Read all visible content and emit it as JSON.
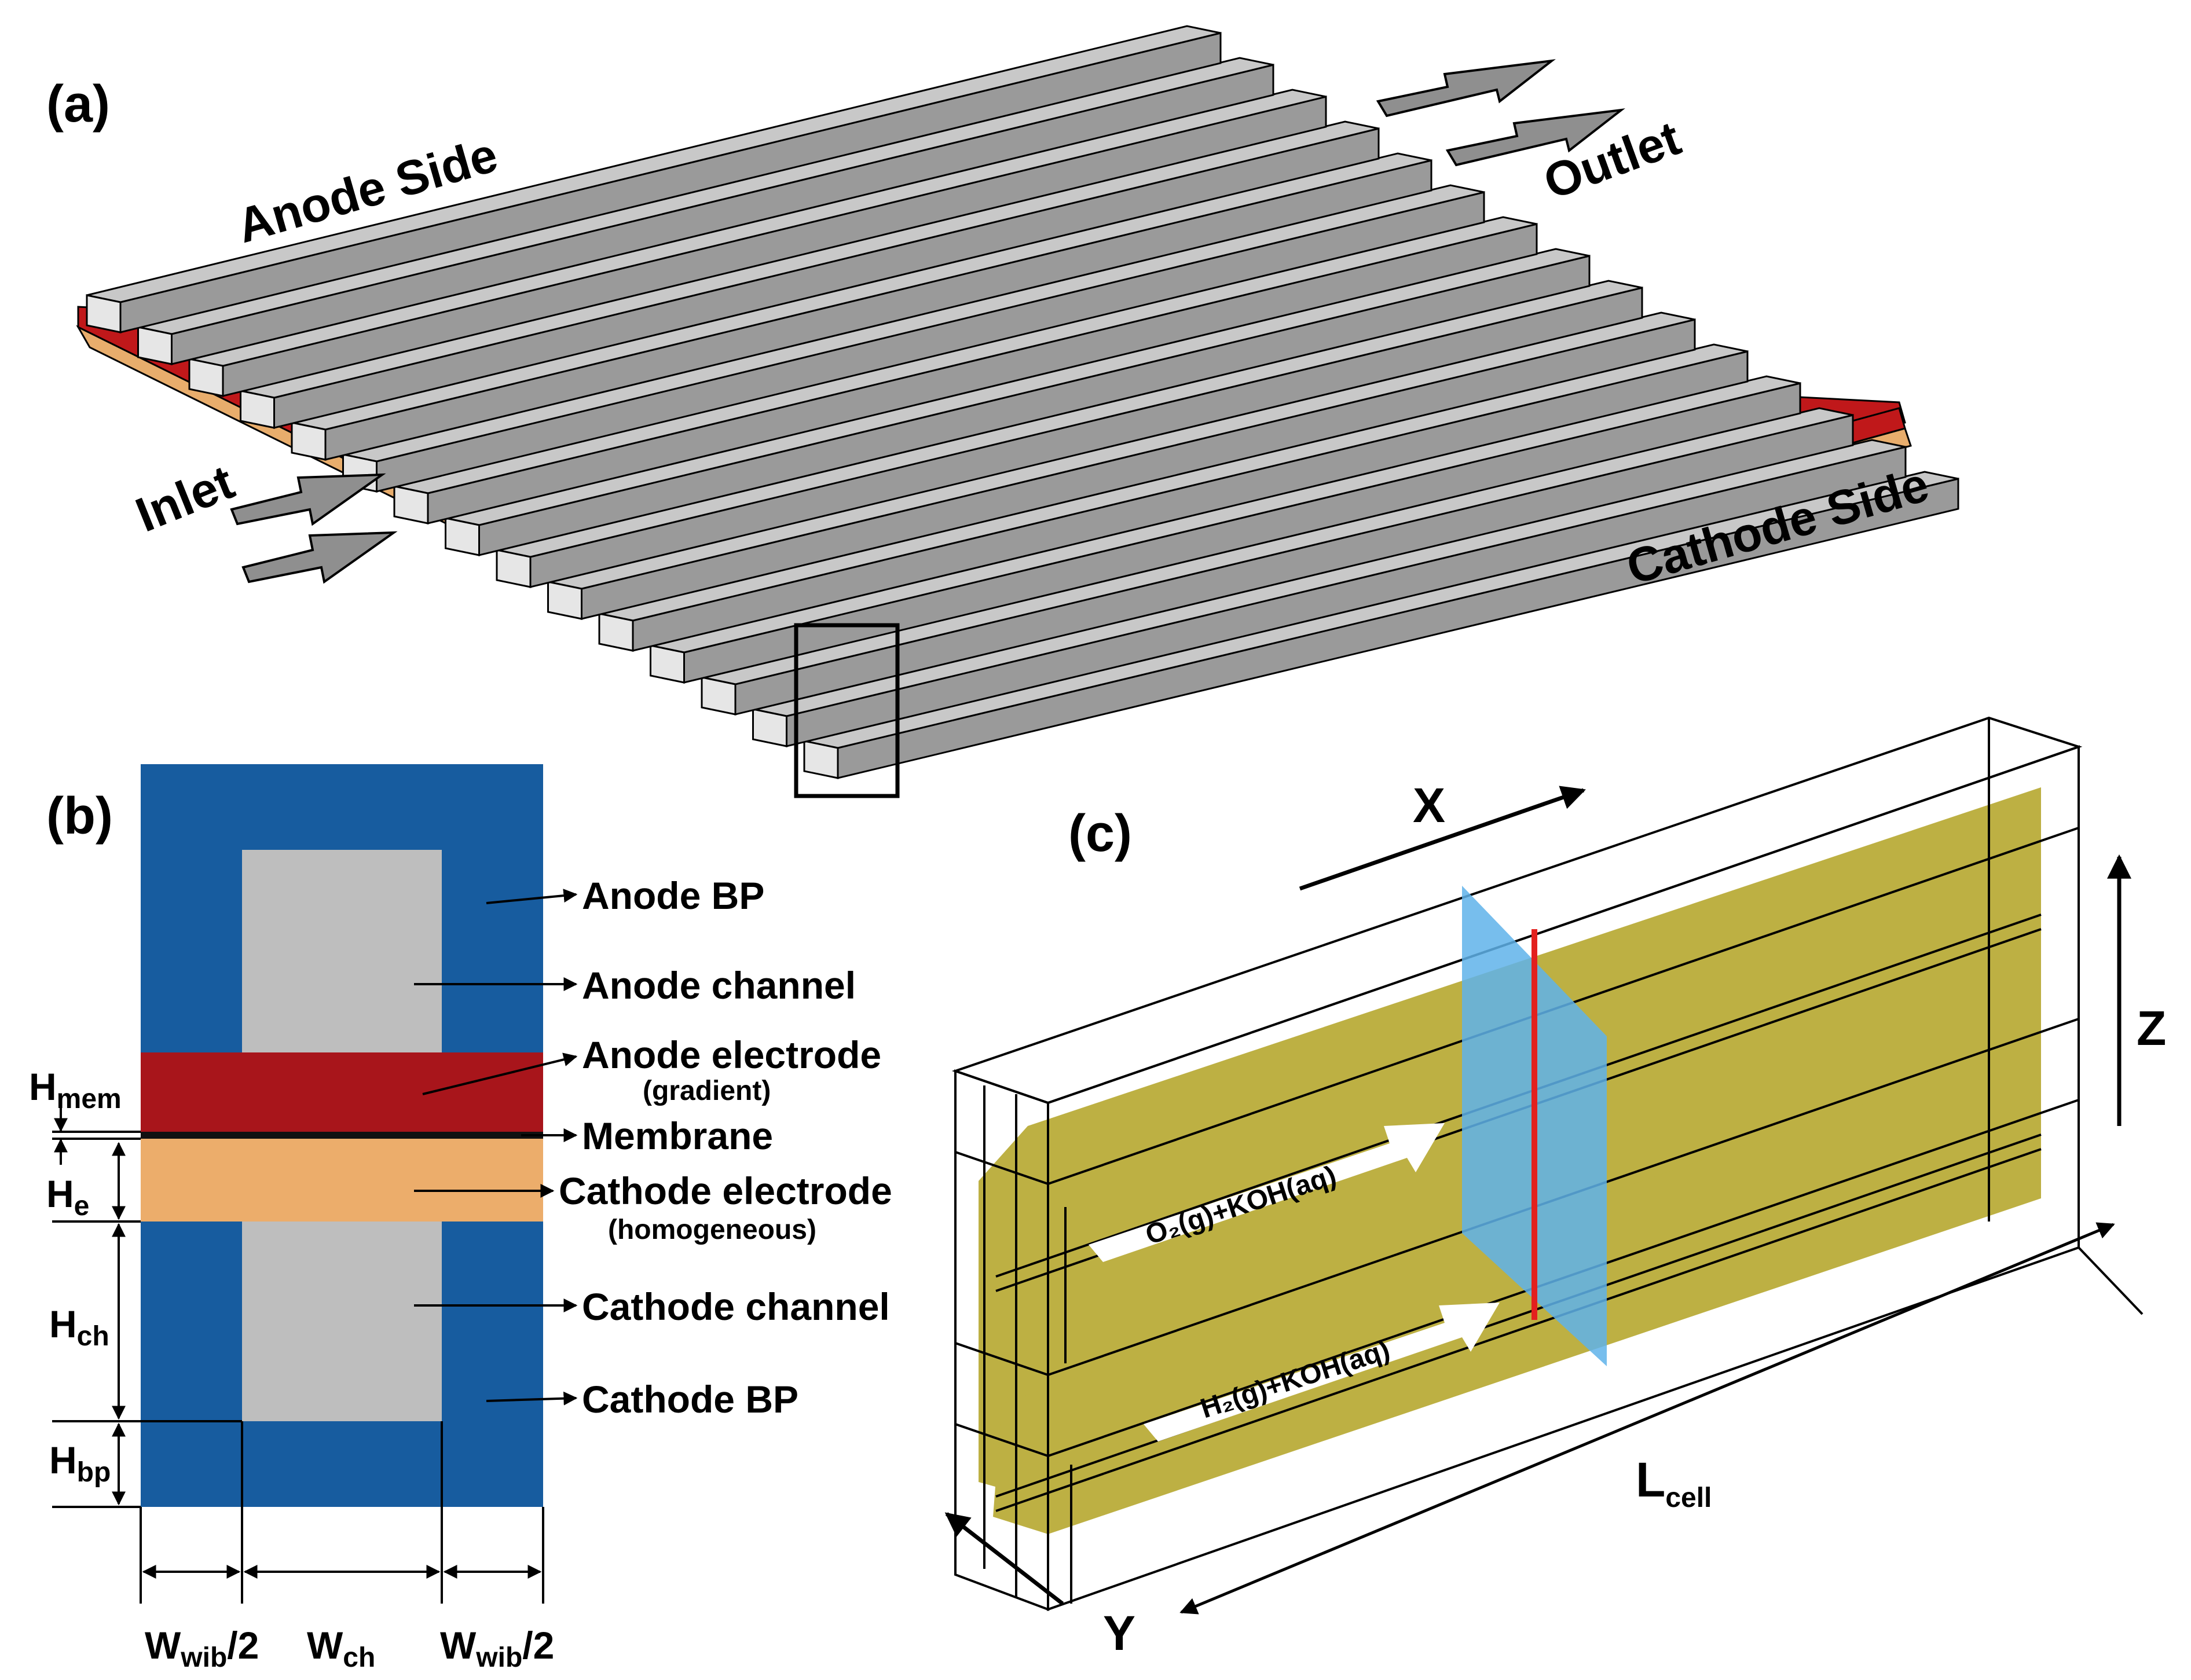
{
  "panel_a": {
    "label": "(a)",
    "anode_side": "Anode Side",
    "cathode_side": "Cathode Side",
    "inlet": "Inlet",
    "outlet": "Outlet",
    "colors": {
      "rib_top": "#c8c8c8",
      "rib_front": "#9a9a9a",
      "rib_end": "#e6e6e6",
      "membrane_anode": "#c0181a",
      "membrane_cathode": "#e8ad6c"
    }
  },
  "panel_b": {
    "label": "(b)",
    "anode_bp": "Anode BP",
    "anode_channel": "Anode channel",
    "anode_electrode": "Anode electrode",
    "anode_electrode_sub": "(gradient)",
    "membrane": "Membrane",
    "cathode_electrode": "Cathode electrode",
    "cathode_electrode_sub": "(homogeneous)",
    "cathode_channel": "Cathode channel",
    "cathode_bp": "Cathode BP",
    "h_mem": "H",
    "h_mem_sub": "mem",
    "h_e": "H",
    "h_e_sub": "e",
    "h_ch": "H",
    "h_ch_sub": "ch",
    "h_bp": "H",
    "h_bp_sub": "bp",
    "w_wib_left": "W",
    "w_wib_left_sub": "wib",
    "w_wib_left_suffix": "/2",
    "w_ch": "W",
    "w_ch_sub": "ch",
    "w_wib_right": "W",
    "w_wib_right_sub": "wib",
    "w_wib_right_suffix": "/2",
    "colors": {
      "bp": "#175c9f",
      "channel": "#bebebe",
      "anode_electrode": "#a8151b",
      "membrane": "#111111",
      "cathode_electrode": "#ecad6b"
    }
  },
  "panel_c": {
    "label": "(c)",
    "axis_x": "X",
    "axis_y": "Y",
    "axis_z": "Z",
    "o2_flow": "O₂(g)+KOH(aq)",
    "h2_flow": "H₂(g)+KOH(aq)",
    "l_cell": "L",
    "l_cell_sub": "cell",
    "colors": {
      "electrode": "#bdb043",
      "plane": "#5fb3ea",
      "line": "#e3201e"
    }
  }
}
